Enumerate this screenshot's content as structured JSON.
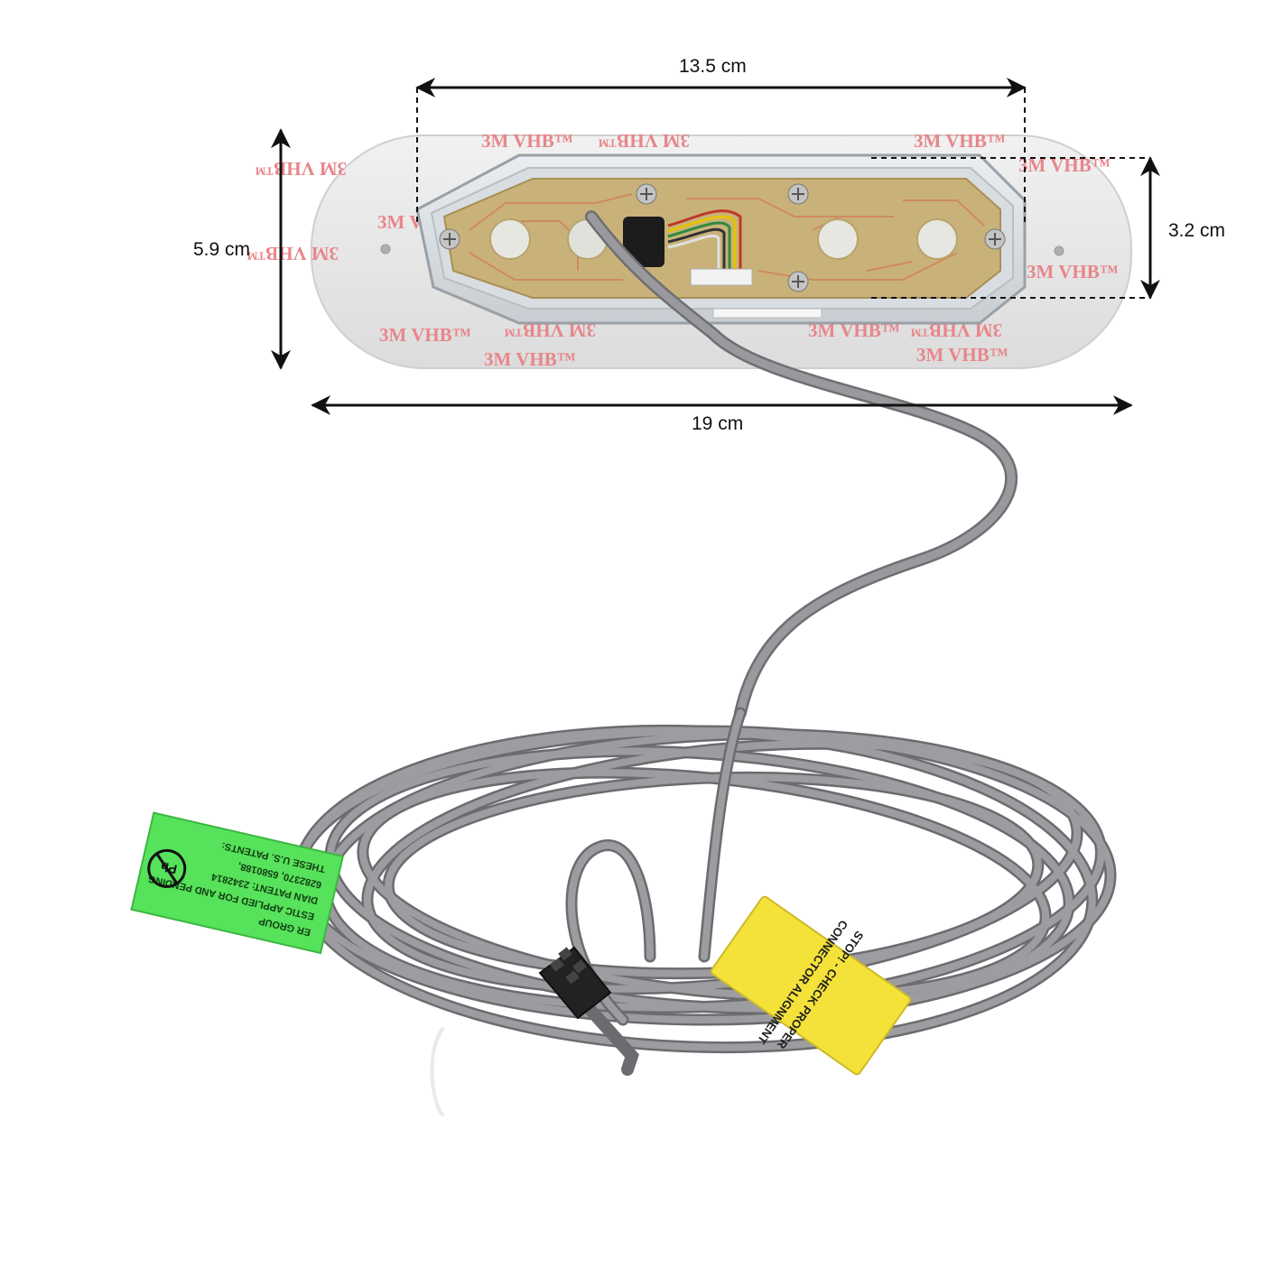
{
  "dimensions": {
    "top_width": "13.5 cm",
    "bottom_width": "19 cm",
    "left_height": "5.9 cm",
    "right_height": "3.2 cm"
  },
  "tape_print": "3M VHB™",
  "labels": {
    "warning_line1": "STOP! - CHECK PROPER",
    "warning_line2": "CONNECTOR ALIGNMENT",
    "patent_lines": [
      "THESE U.S. PATENTS:",
      "6282370, 6580188,",
      "DIAN PATENT: 2342814",
      "ESTIC APPLIED FOR AND PENDING",
      "ER GROUP"
    ],
    "lead_free_mark": "Pb"
  },
  "colors": {
    "tape_text": "#e8868a",
    "cable": "#8f8f93",
    "pcb": "#c9b27a",
    "trace": "#d08a5e",
    "warning_label": "#f4e23a",
    "patent_label": "#56e25a"
  }
}
